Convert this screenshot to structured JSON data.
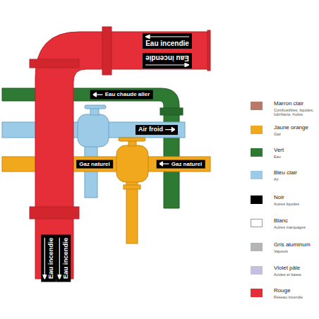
{
  "diagram": {
    "labels": [
      "Eau incendie",
      "Eau incendie",
      "Eau chaude aller",
      "Air froid",
      "Gaz naturel",
      "Gaz naturel",
      "Eau incendie",
      "Eau incendie",
      "Combustibles, liquides, lubrifiants, huiles",
      "Gaz",
      "Eau",
      "Air",
      "Autres liquides",
      "Autres marquages",
      "Vapeurs",
      "Acides et bases",
      "Réseau incendie"
    ],
    "legend": [
      {
        "text": "Marron clair",
        "color": "#b87a66"
      },
      {
        "text": "Jaune orange",
        "color": "#f2a81d"
      },
      {
        "text": "Vert",
        "color": "#2f7a32"
      },
      {
        "text": "Bleu clair",
        "color": "#9ccbe7"
      },
      {
        "text": "Noir",
        "color": "#000000"
      },
      {
        "text": "Blanc",
        "color": "#ffffff"
      },
      {
        "text": "Gris aluminum",
        "color": "#b3b5b8"
      },
      {
        "text": "Violet pâle",
        "color": "#c7bfe0"
      },
      {
        "text": "Rouge",
        "color": "#e52e37"
      }
    ]
  }
}
